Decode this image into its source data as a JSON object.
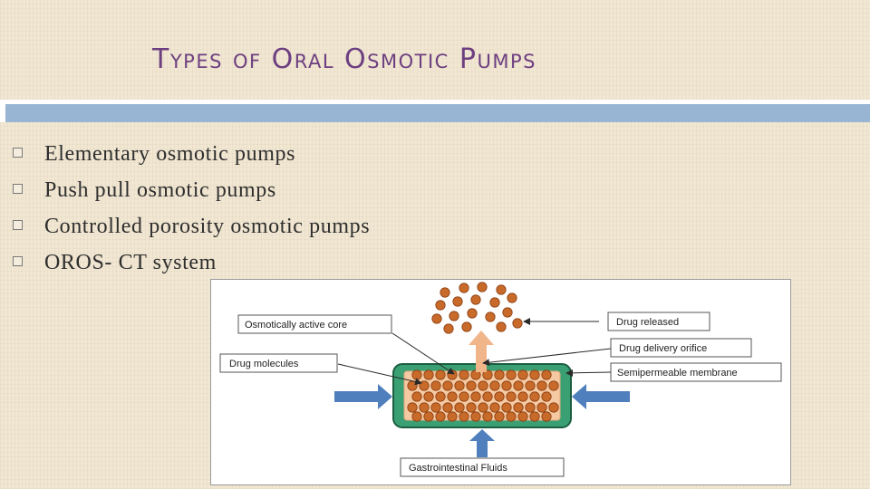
{
  "slide": {
    "title": "Types of Oral Osmotic Pumps",
    "bullets": [
      "Elementary osmotic pumps",
      "Push pull osmotic pumps",
      "Controlled porosity osmotic pumps",
      "OROS- CT system"
    ]
  },
  "diagram": {
    "labels": {
      "core": "Osmotically active core",
      "drug_molecules": "Drug molecules",
      "drug_released": "Drug released",
      "orifice": "Drug delivery orifice",
      "membrane": "Semipermeable membrane",
      "fluids": "Gastrointestinal Fluids"
    }
  },
  "colors": {
    "title": "#6d3f80",
    "band": "#98b5d3",
    "membrane": "#3aa074",
    "core": "#f5c9a2",
    "particle": "#c86a2a",
    "arrow": "#4f7fbd"
  },
  "icons": {
    "bullet": "square-bullet-icon"
  }
}
